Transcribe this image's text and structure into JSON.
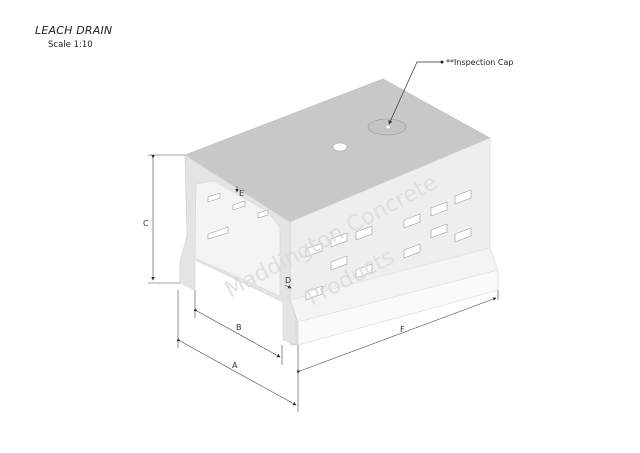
{
  "drawing": {
    "title": "LEACH DRAIN",
    "scale": "Scale 1:10",
    "callout": "**Inspection Cap",
    "watermark_line1": "Maddington Concrete",
    "watermark_line2": "Products",
    "dimensions": {
      "A": "A",
      "B": "B",
      "C": "C",
      "D": "D",
      "E": "E",
      "F": "F"
    },
    "colors": {
      "top_face": "#c8c8c8",
      "side_face": "#ececec",
      "end_face": "#e2e2e2",
      "inner": "#f3f3f3",
      "line": "#555555"
    }
  }
}
